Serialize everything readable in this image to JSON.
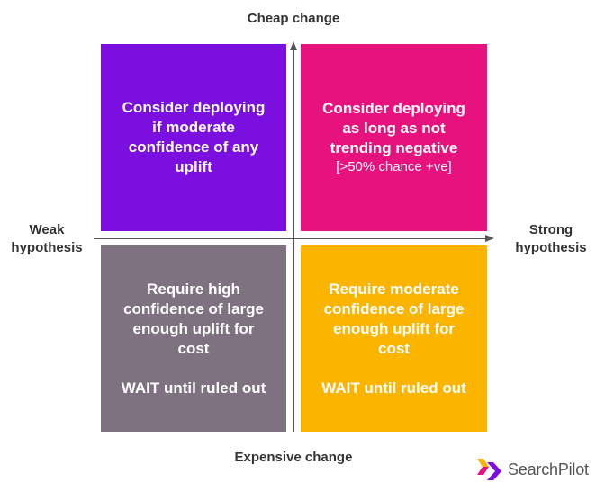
{
  "axes": {
    "top": "Cheap change",
    "bottom": "Expensive change",
    "left": [
      "Weak",
      "hypothesis"
    ],
    "right": [
      "Strong",
      "hypothesis"
    ]
  },
  "quadrants": {
    "top_left": {
      "color": "#7a0fe0",
      "lines": [
        "Consider deploying",
        "if moderate",
        "confidence of any",
        "uplift"
      ]
    },
    "top_right": {
      "color": "#e8127e",
      "lines": [
        "Consider deploying",
        "as long as not",
        "trending negative"
      ],
      "sub": "[>50% chance +ve]"
    },
    "bottom_left": {
      "color": "#7e7280",
      "lines": [
        "Require high",
        "confidence of large",
        "enough uplift for",
        "cost"
      ],
      "action": "WAIT until ruled out"
    },
    "bottom_right": {
      "color": "#fbb400",
      "lines": [
        "Require moderate",
        "confidence of large",
        "enough uplift for",
        "cost"
      ],
      "action": "WAIT until ruled out"
    }
  },
  "brand": {
    "name": "SearchPilot",
    "icon": "searchpilot-logo-icon",
    "colors": [
      "#f7b500",
      "#e8127e",
      "#7a0fe0"
    ]
  }
}
